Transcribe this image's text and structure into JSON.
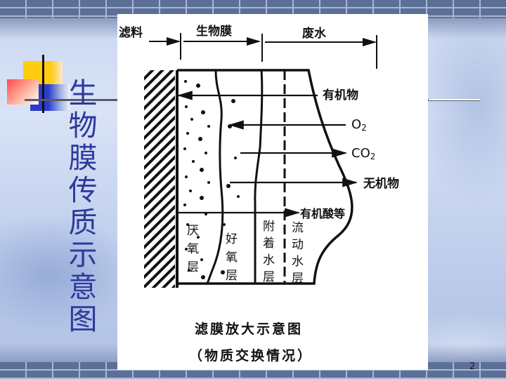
{
  "slide": {
    "title_chars": [
      "生",
      "物",
      "膜",
      "传",
      "质",
      "示",
      "意",
      "图"
    ],
    "title": "生物膜传质示意图",
    "page_number": "2",
    "colors": {
      "title": "#2e3a9c",
      "accent_yellow": "#ffcc11",
      "accent_red": "#ff4a4a",
      "accent_blue": "#2a3ccc",
      "panel_bg": "#ffffff",
      "ink": "#111111"
    }
  },
  "diagram": {
    "zones": {
      "filter_media": "滤料",
      "biofilm": "生物膜",
      "wastewater": "废水"
    },
    "exchanges": {
      "organic_matter": "有机物",
      "oxygen": "O",
      "oxygen_sub": "2",
      "co2": "CO",
      "co2_sub": "2",
      "inorganic": "无机物",
      "organic_acids": "有机酸等"
    },
    "layers": {
      "anaerobic": [
        "厌",
        "氧",
        "层"
      ],
      "aerobic": [
        "好",
        "氧",
        "层"
      ],
      "attached_water": [
        "附",
        "着",
        "水",
        "层"
      ],
      "flowing_water": [
        "流",
        "动",
        "水",
        "层"
      ]
    },
    "caption_line1": "滤膜放大示意图",
    "caption_line2": "（物质交换情况）"
  }
}
